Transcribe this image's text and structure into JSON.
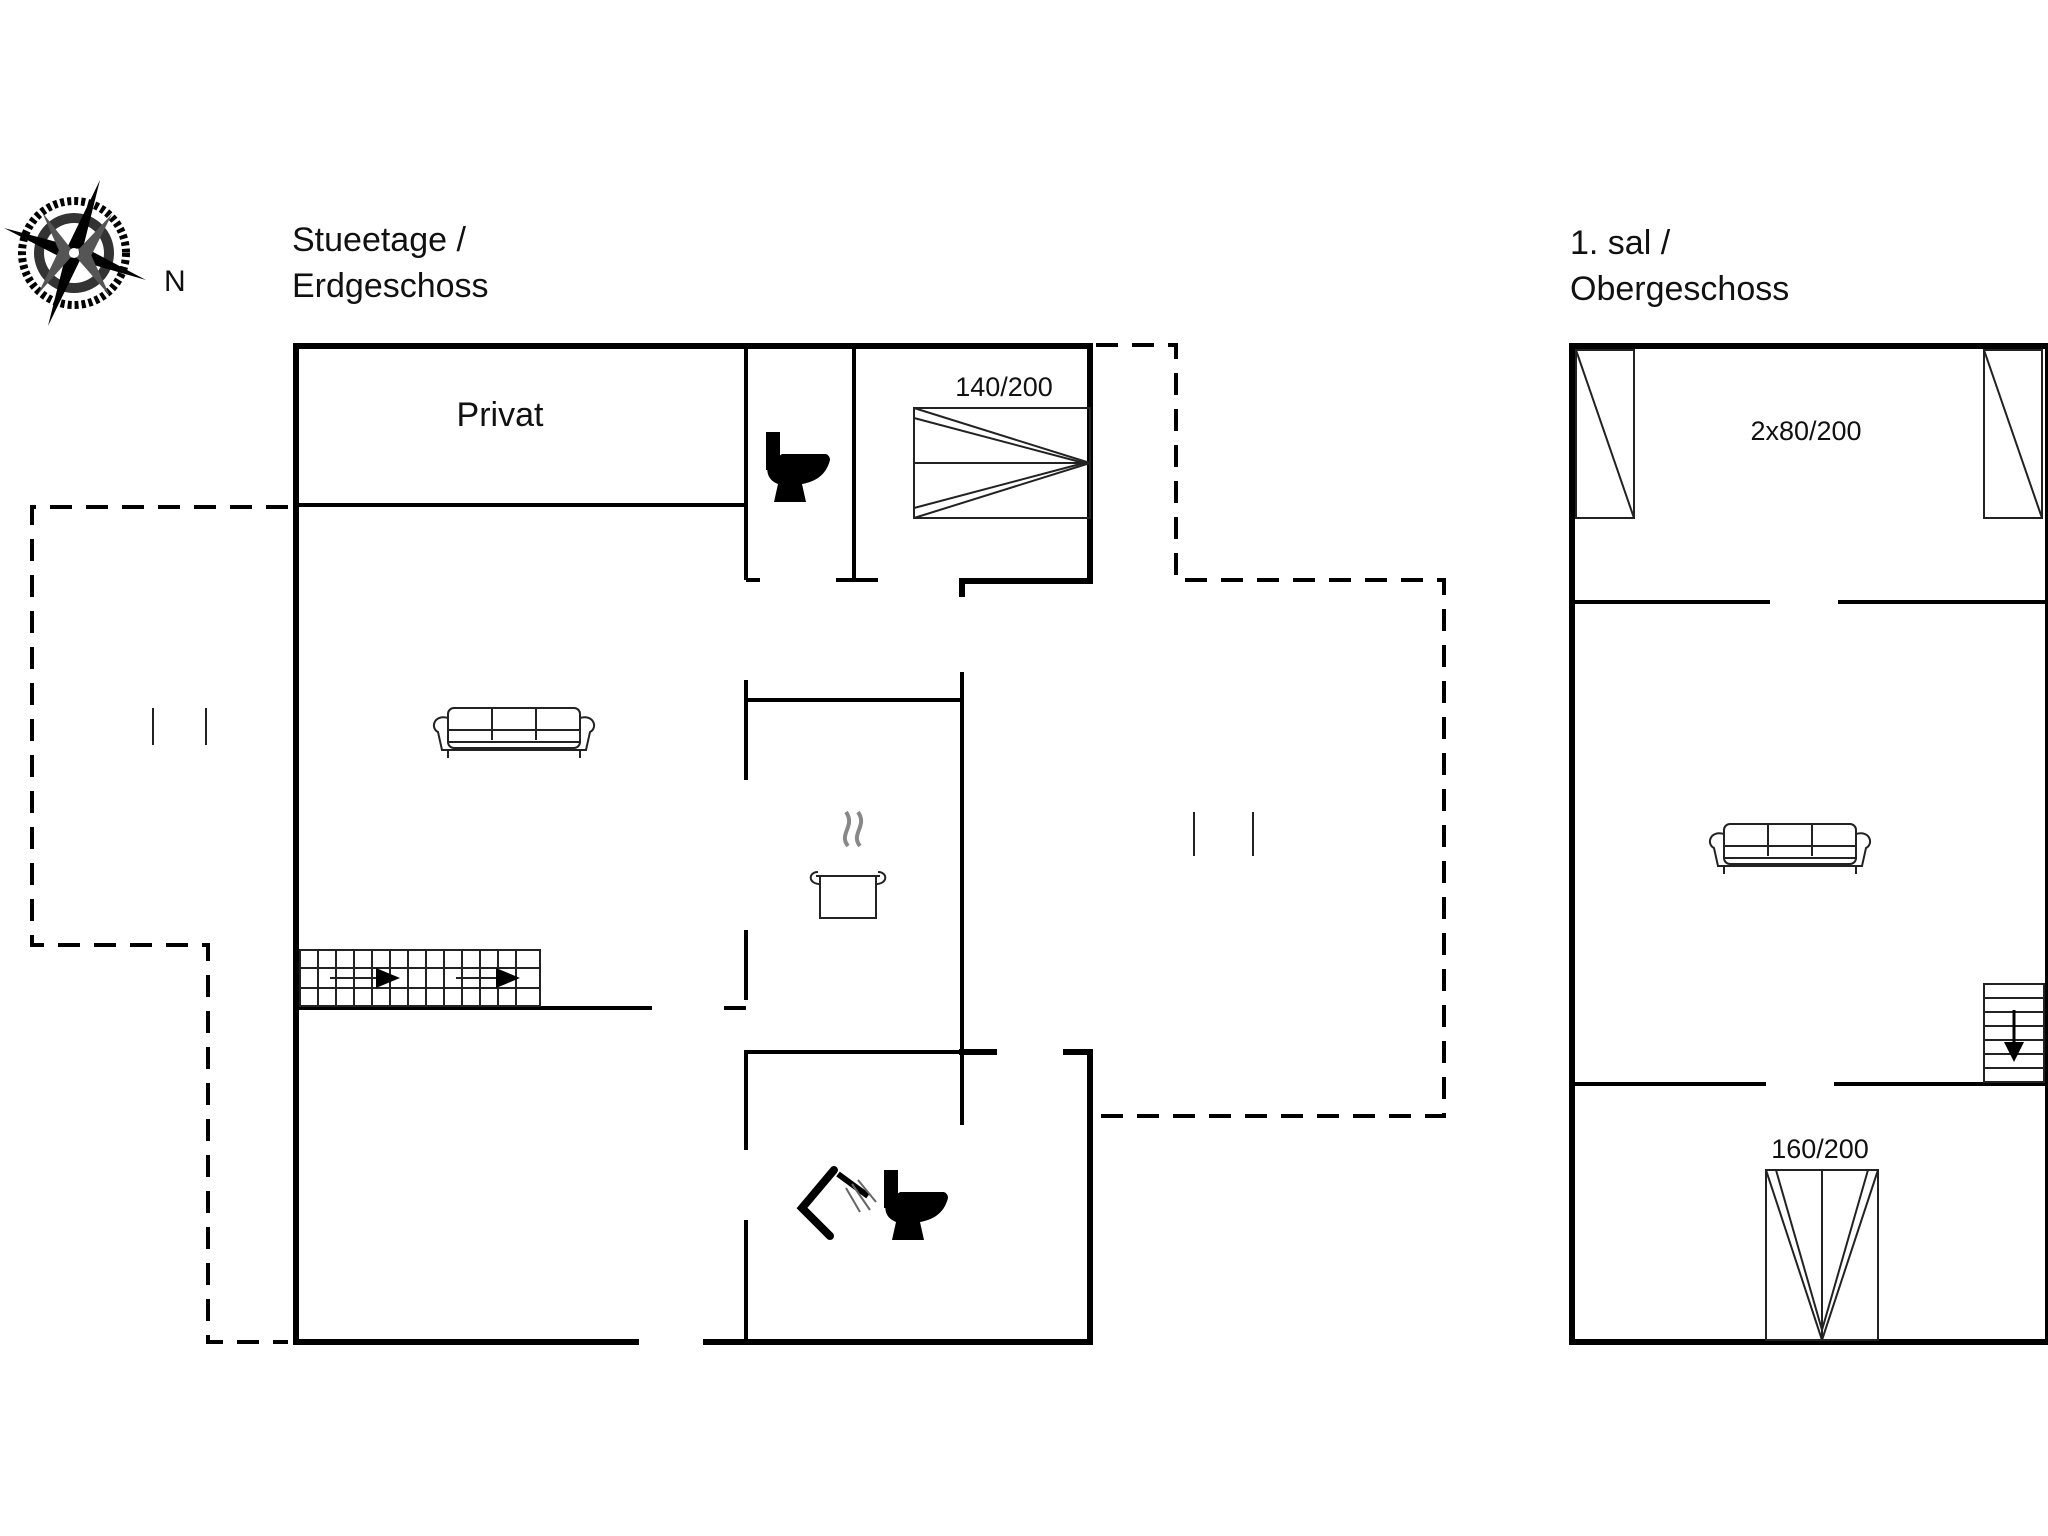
{
  "ground_floor": {
    "title_line1": "Stueetage /",
    "title_line2": "Erdgeschoss",
    "room_private": "Privat",
    "bed_size": "140/200"
  },
  "upper_floor": {
    "title_line1": "1. sal /",
    "title_line2": "Obergeschoss",
    "beds_twin": "2x80/200",
    "bed_double": "160/200"
  },
  "compass": {
    "north_label": "N"
  },
  "colors": {
    "lines": "#000000",
    "background": "#ffffff"
  }
}
